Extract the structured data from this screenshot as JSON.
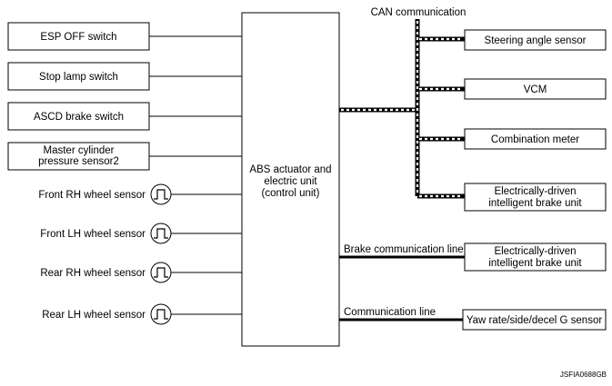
{
  "inputs": {
    "esp_off_switch": "ESP OFF switch",
    "stop_lamp_switch": "Stop lamp switch",
    "ascd_brake_switch": "ASCD brake switch",
    "master_cylinder_line1": "Master cylinder",
    "master_cylinder_line2": "pressure sensor2"
  },
  "wheel_sensors": {
    "front_rh": "Front RH wheel sensor",
    "front_lh": "Front LH wheel sensor",
    "rear_rh": "Rear RH wheel sensor",
    "rear_lh": "Rear LH wheel sensor"
  },
  "control_unit": {
    "line1": "ABS actuator and",
    "line2": "electric unit",
    "line3": "(control unit)"
  },
  "can": {
    "label": "CAN communication",
    "steering_angle_sensor": "Steering angle sensor",
    "vcm": "VCM",
    "combination_meter": "Combination meter",
    "ebrake_line1": "Electrically-driven",
    "ebrake_line2": "intelligent brake unit"
  },
  "brake_comm": {
    "label": "Brake communication line",
    "unit_line1": "Electrically-driven",
    "unit_line2": "intelligent brake unit"
  },
  "comm": {
    "label": "Communication line",
    "yaw_sensor": "Yaw rate/side/decel G sensor"
  },
  "figure_code": "JSFIA0688GB"
}
